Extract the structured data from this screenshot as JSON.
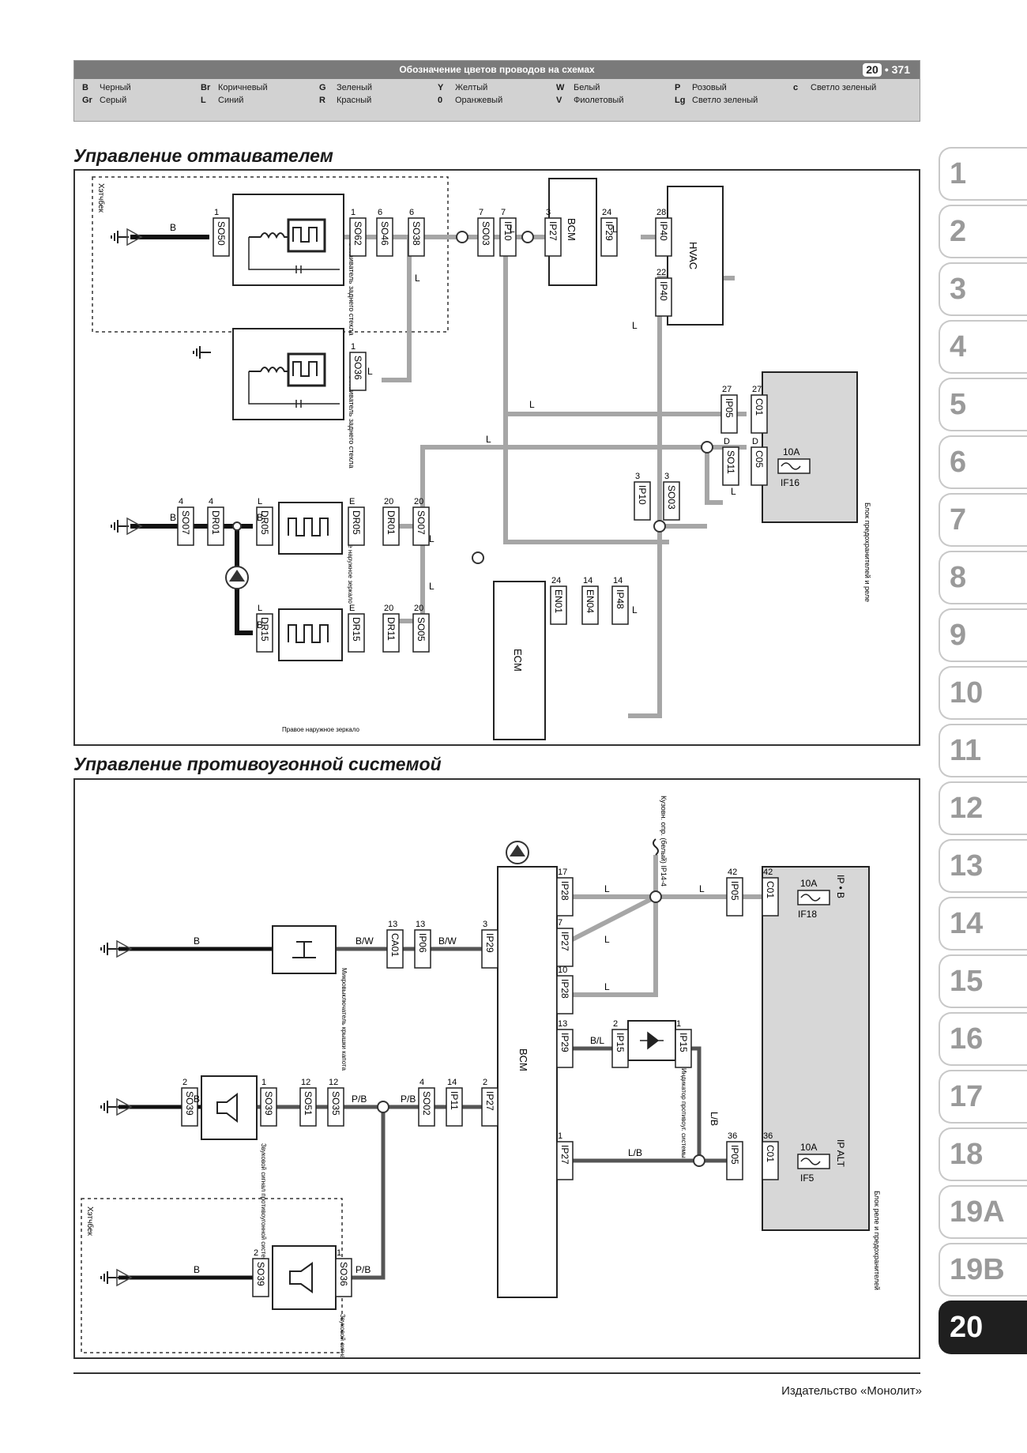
{
  "header": {
    "title": "Обозначение цветов проводов на схемах",
    "chapter": "20",
    "page": "371"
  },
  "legend": [
    {
      "code": "B",
      "name": "Черный"
    },
    {
      "code": "Br",
      "name": "Коричневый"
    },
    {
      "code": "G",
      "name": "Зеленый"
    },
    {
      "code": "Y",
      "name": "Желтый"
    },
    {
      "code": "W",
      "name": "Белый"
    },
    {
      "code": "P",
      "name": "Розовый"
    },
    {
      "code": "c",
      "name": "Светло зеленый"
    },
    {
      "code": "Gr",
      "name": "Серый"
    },
    {
      "code": "L",
      "name": "Синий"
    },
    {
      "code": "R",
      "name": "Красный"
    },
    {
      "code": "0",
      "name": "Оранжевый"
    },
    {
      "code": "V",
      "name": "Фиолетовый"
    },
    {
      "code": "Lg",
      "name": "Светло зеленый"
    }
  ],
  "sections": {
    "defroster": "Управление оттаивателем",
    "antitheft": "Управление противоугонной системой"
  },
  "d1": {
    "modules": {
      "bcm": "BCM",
      "hvac": "HVAC",
      "ecm": "ECM"
    },
    "connectors": {
      "so50": "SO50",
      "so62": "SO62",
      "so46": "SO46",
      "so38": "SO38",
      "so03": "SO03",
      "ip10": "IP10",
      "ip27": "IP27",
      "ip29": "IP29",
      "ip40a": "IP40",
      "ip40b": "IP40",
      "so36": "SO36",
      "ip05": "IP05",
      "c01": "C01",
      "so11": "SO11",
      "c05": "C05",
      "ip10b": "IP10",
      "so03b": "SO03",
      "so07": "SO07",
      "dr01": "DR01",
      "dr05a": "DR05",
      "dr05b": "DR05",
      "dr01b": "DR01",
      "so07b": "SO07",
      "dr15a": "DR15",
      "dr15b": "DR15",
      "dr11": "DR11",
      "so05": "SO05",
      "en01": "EN01",
      "en04": "EN04",
      "ip48": "IP48"
    },
    "pins": {
      "so50": "1",
      "so62": "1",
      "so46": "6",
      "so38": "6",
      "so03": "7",
      "ip10": "7",
      "ip27": "3",
      "ip29": "24",
      "ip40a": "28",
      "ip40b": "22",
      "so36": "1",
      "ip05": "27",
      "c01": "27",
      "so11": "D",
      "c05": "D",
      "ip10b": "3",
      "so03b": "3",
      "so07": "4",
      "dr01": "4",
      "dr05a": "L",
      "dr05b": "E",
      "dr01b": "20",
      "so07b": "20",
      "dr15a": "L",
      "dr15b": "E",
      "dr11": "20",
      "so05": "20",
      "en01": "24",
      "en04": "14",
      "ip48": "14"
    },
    "wires": {
      "b": "B",
      "l": "L"
    },
    "fuse": {
      "rating": "10A",
      "name": "IF16"
    },
    "labels": {
      "tailgate": "Хэтчбек",
      "heater1": "Оттаиватель заднего стекла",
      "heater2": "Оттаиватель заднего стекла",
      "mirror_left": "Левое наружное зеркало",
      "mirror_right": "Правое наружное зеркало",
      "fuse_block": "Блок предохранителей и реле"
    }
  },
  "d2": {
    "modules": {
      "bcm": "BCM"
    },
    "connectors": {
      "ip28a": "IP28",
      "ip27a": "IP27",
      "ip28b": "IP28",
      "ip29": "IP29",
      "ip27b": "IP27",
      "ip06": "IP06",
      "ca01": "CA01",
      "ip05a": "IP05",
      "c01a": "C01",
      "ip15a": "IP15",
      "ip15b": "IP15",
      "ip05b": "IP05",
      "c01b": "C01",
      "so39a": "SO39",
      "so39b": "SO39",
      "so51": "SO51",
      "so35": "SO35",
      "so02": "SO02",
      "ip11": "IP11",
      "ip27c": "IP27",
      "so39c": "SO39",
      "so36": "SO36"
    },
    "pins": {
      "ip28a": "17",
      "ip27a": "7",
      "ip28b": "10",
      "ip29b": "13",
      "ip27b": "1",
      "ip29": "3",
      "ip06": "13",
      "ca01": "13",
      "ip05a": "42",
      "c01a": "42",
      "ip15a": "2",
      "ip15b": "1",
      "ip05b": "36",
      "c01b": "36",
      "so39a": "2",
      "so39b": "1",
      "so51": "12",
      "so35": "12",
      "so02": "4",
      "ip11": "14",
      "ip27c": "2",
      "so39c": "2",
      "so36": "1"
    },
    "wires": {
      "l": "L",
      "b": "B",
      "bw": "B/W",
      "bl": "B/L",
      "lb": "L/B",
      "lb2": "L/B",
      "pb": "P/B"
    },
    "fuses": [
      {
        "rating": "10A",
        "name": "IF18",
        "feed": "IP • B"
      },
      {
        "rating": "10A",
        "name": "IF5",
        "feed": "IP ALT"
      }
    ],
    "labels": {
      "ground_note": "Кузовн. опр. (белый) IP14-4",
      "hood_switch": "Микровыключатель крышки капота",
      "indicator": "Индикатор противоуг. системы",
      "siren1": "Звуковой сигнал противоугонной системы",
      "siren2": "Звуковой сигнал противоугонной системы",
      "tailgate": "Хэтчбек",
      "fuse_block": "Блок реле и предохранителей"
    }
  },
  "tabs": [
    "1",
    "2",
    "3",
    "4",
    "5",
    "6",
    "7",
    "8",
    "9",
    "10",
    "11",
    "12",
    "13",
    "14",
    "15",
    "16",
    "17",
    "18",
    "19A",
    "19B",
    "20"
  ],
  "active_tab": "20",
  "footer": "Издательство «Монолит»"
}
